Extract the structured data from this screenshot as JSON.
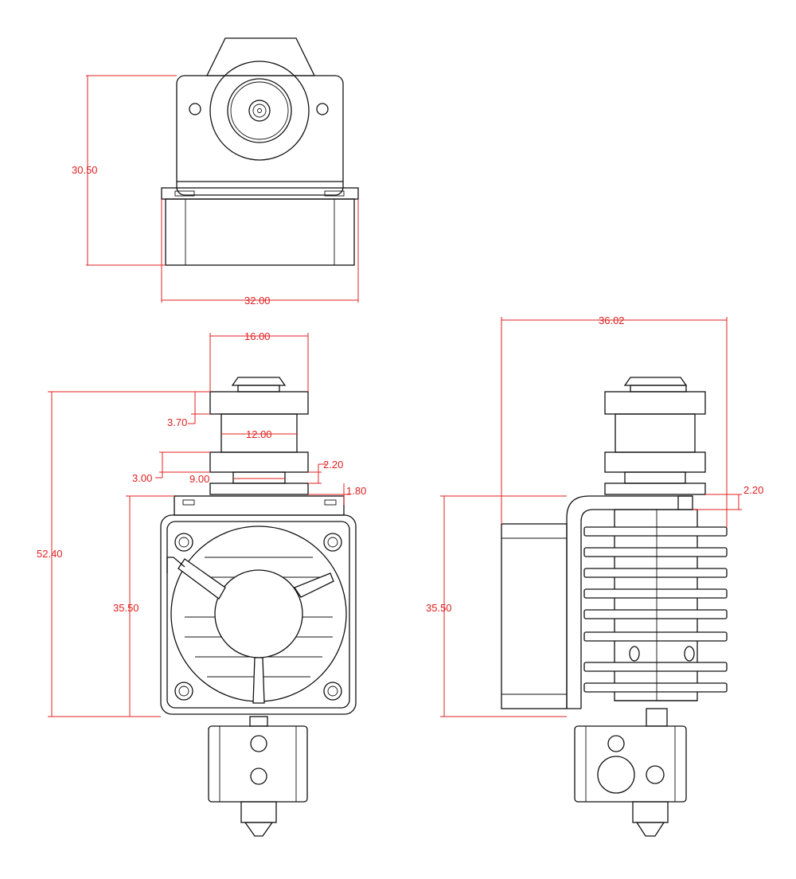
{
  "colors": {
    "ink": "#111111",
    "dimension": "#e02020",
    "background": "#ffffff"
  },
  "views": {
    "top": {
      "dims": {
        "height": "30.50",
        "width": "32.00"
      }
    },
    "front": {
      "dims": {
        "width_top": "16.00",
        "cap_height": "3.70",
        "mid_width": "12.00",
        "collar_height": "3.00",
        "gap": "2.20",
        "neck_width": "9.00",
        "washer": "1.80",
        "total_height": "52.40",
        "body_height": "35.50"
      }
    },
    "side": {
      "dims": {
        "width": "36.02",
        "gap": "2.20",
        "body_height": "35.50"
      }
    }
  }
}
